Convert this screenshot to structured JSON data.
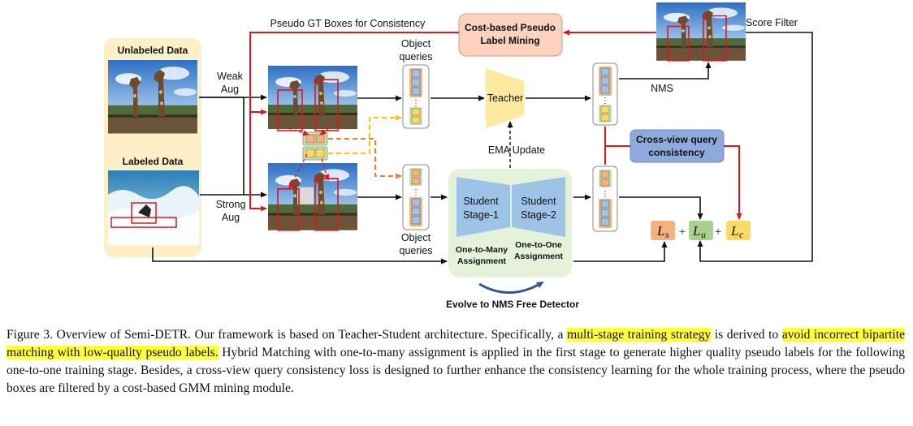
{
  "figure": {
    "unlabeled_data": "Unlabeled Data",
    "labeled_data": "Labeled Data",
    "weak_aug_1": "Weak",
    "weak_aug_2": "Aug",
    "strong_aug_1": "Strong",
    "strong_aug_2": "Aug",
    "object_queries_top_1": "Object",
    "object_queries_top_2": "queries",
    "object_queries_bottom_1": "Object",
    "object_queries_bottom_2": "queries",
    "pseudo_gt": "Pseudo GT Boxes for Consistency",
    "cost_mining_1": "Cost-based Pseudo",
    "cost_mining_2": "Label Mining",
    "score_filter": "Score Filter",
    "teacher": "Teacher",
    "nms": "NMS",
    "ema_update": "EMA  Update",
    "cross_view_1": "Cross-view query",
    "cross_view_2": "consistency",
    "student_s1_1": "Student",
    "student_s1_2": "Stage-1",
    "student_s2_1": "Student",
    "student_s2_2": "Stage-2",
    "o2m_1": "One-to-Many",
    "o2m_2": "Assignment",
    "o2o_1": "One-to-One",
    "o2o_2": "Assignment",
    "evolve": "Evolve to NMS Free Detector",
    "loss_s": "L",
    "loss_s_sub": "s",
    "loss_u": "L",
    "loss_u_sub": "u",
    "loss_c": "L",
    "loss_c_sub": "c",
    "plus": "+"
  },
  "caption": {
    "part1": "Figure 3. Overview of Semi-DETR. Our framework is based on Teacher-Student architecture. Specifically, a ",
    "highlight1": "multi-stage training strategy",
    "part2": " is derived to ",
    "highlight2": "avoid incorrect bipartite matching with low-quality pseudo labels.",
    "part3": " Hybrid Matching with one-to-many assignment is applied in the first stage to generate higher quality pseudo labels for the following one-to-one training stage. Besides, a cross-view query consistency loss is designed to further enhance the consistency learning for the whole training process, where the pseudo boxes are filtered by a cost-based GMM mining module."
  },
  "colors": {
    "highlight": "#ffff3a",
    "data_panel": "#fdf0c6",
    "cost_box": "#fbd2bd",
    "teacher": "#fde9a0",
    "student_panel": "#e4f2d9",
    "student_trap": "#9dc3e6",
    "cross_view": "#8ea9db",
    "query_blue": "#9dc3e6",
    "query_orange": "#f6b27e",
    "query_green": "#c5e0b4",
    "query_yellow": "#ffd966",
    "arrow_red": "#e0161c",
    "arrow_orange": "#ed7d31",
    "arrow_yellow": "#ffc000"
  }
}
